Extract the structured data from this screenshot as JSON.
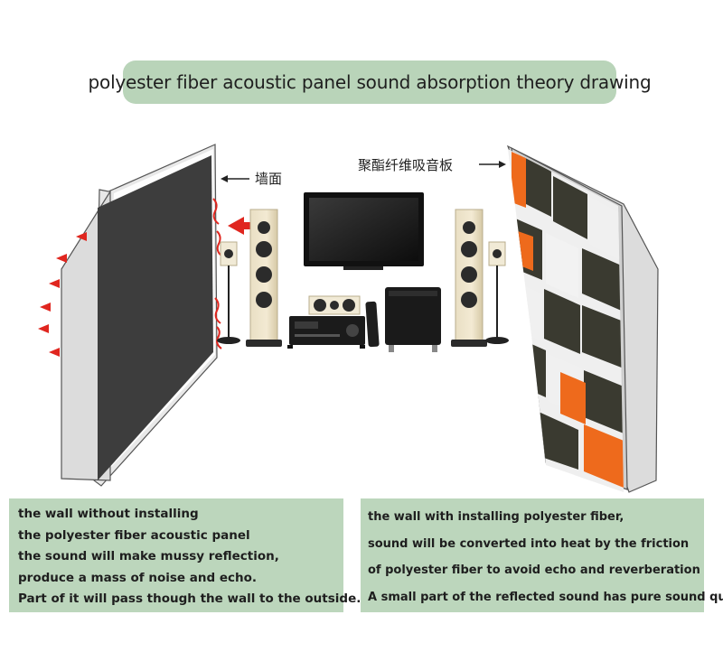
{
  "title": "polyester fiber acoustic panel sound absorption theory drawing",
  "labels": {
    "wall": "墙面",
    "panel": "聚酯纤维吸音板"
  },
  "left_description": [
    "the wall without installing",
    "the polyester fiber acoustic panel",
    "the sound will make mussy reflection,",
    "produce a mass of noise and echo.",
    "Part of it will pass though the wall to the outside."
  ],
  "right_description": [
    "the wall with installing polyester fiber,",
    "sound will be converted into heat by the friction",
    "of polyester fiber to avoid echo and reverberation",
    "A small part of the reflected sound has pure sound quality"
  ],
  "colors": {
    "text_box": "#bcd6bc",
    "bare_wall": "#3d3d3d",
    "arrow_red": "#e0261f",
    "panel_dark": "#3a3a30",
    "panel_light": "#efefef",
    "panel_orange": "#ee6a1c"
  },
  "icons": [
    "left-arrow-icon",
    "sound-wave-arrow-icon",
    "speaker-icon",
    "tv-icon",
    "subwoofer-icon",
    "receiver-icon",
    "remote-icon"
  ]
}
